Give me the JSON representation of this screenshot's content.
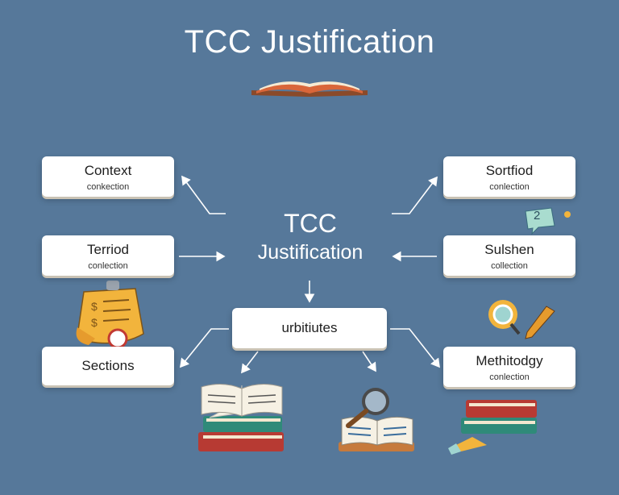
{
  "header": {
    "title": "TCC Justification"
  },
  "center": {
    "line1": "TCC",
    "line2": "Justification"
  },
  "hub": {
    "label": "urbitiutes"
  },
  "cards": {
    "context": {
      "title": "Context",
      "subtitle": "conkection"
    },
    "terriod": {
      "title": "Terriod",
      "subtitle": "conlection"
    },
    "sections": {
      "title": "Sections"
    },
    "sortfiod": {
      "title": "Sortfiod",
      "subtitle": "conlection"
    },
    "sulshen": {
      "title": "Sulshen",
      "subtitle": "collection"
    },
    "methitodgy": {
      "title": "Methitodgy",
      "subtitle": "conlection"
    }
  },
  "badges": {
    "speech": "2"
  },
  "colors": {
    "background": "#56789a",
    "card": "#ffffff",
    "arrow": "#ffffff",
    "book_red": "#b73a33",
    "book_teal": "#2f8a79",
    "paper_yellow": "#f2b43c"
  }
}
